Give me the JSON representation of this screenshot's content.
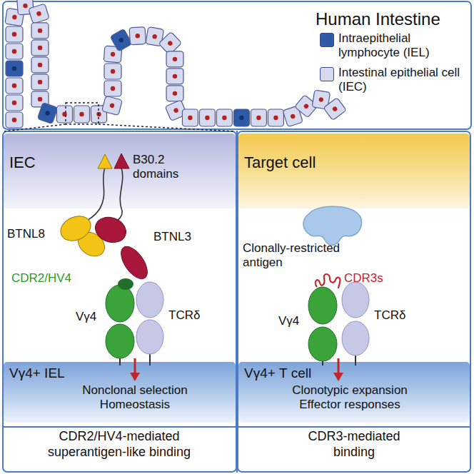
{
  "diagram": {
    "nodes": [
      {
        "text": [
          "Human Intestine"
        ]
      },
      {
        "text": [
          "CDR2/HV4-mediated superantigen-like binding"
        ]
      },
      {
        "text": [
          "IEC"
        ],
        "in": 1
      },
      {
        "text": [
          "Vγ4+ IEL",
          "Nonclonal selection Homeostasis"
        ],
        "in": 1
      },
      {
        "text": [
          "CDR3-mediated binding"
        ]
      },
      {
        "text": [
          "Target cell"
        ],
        "in": 4
      },
      {
        "text": [
          "Vγ4+ T cell",
          "Clonotypic expansion Effector responses"
        ],
        "in": 4
      }
    ],
    "labels": [
      "B30.2 domains",
      "BTNL8",
      "BTNL3",
      "CDR2/HV4",
      "Vγ4",
      "TCRδ",
      "Clonally-restricted antigen",
      "CDR3s",
      "Vγ4",
      "TCRδ"
    ],
    "legend": [
      {
        "text": "Intraepithelial lymphocyte (IEL)",
        "color": "#2f5aa8"
      },
      {
        "text": "Intestinal epithelial cell (IEC)",
        "color": "#d7d9ee"
      }
    ]
  }
}
